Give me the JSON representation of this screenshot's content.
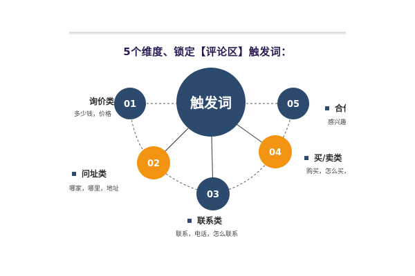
{
  "title": "5个维度、锁定【评论区】触发词：",
  "center": {
    "label": "触发词"
  },
  "nodes": [
    {
      "num": "01",
      "label": "询价类",
      "desc": "多少钱，价格",
      "color": "#2b4a6e"
    },
    {
      "num": "02",
      "label": "问址类",
      "desc": "哪家，哪里，地址",
      "color": "#f39312"
    },
    {
      "num": "03",
      "label": "联系类",
      "desc": "联系，电话，怎么联系",
      "color": "#2b4a6e"
    },
    {
      "num": "04",
      "label": "买/卖类",
      "desc": "购买，怎么买，怎么卖",
      "color": "#f39312"
    },
    {
      "num": "05",
      "label": "合作类",
      "desc": "感兴趣",
      "color": "#2b4a6e"
    }
  ]
}
